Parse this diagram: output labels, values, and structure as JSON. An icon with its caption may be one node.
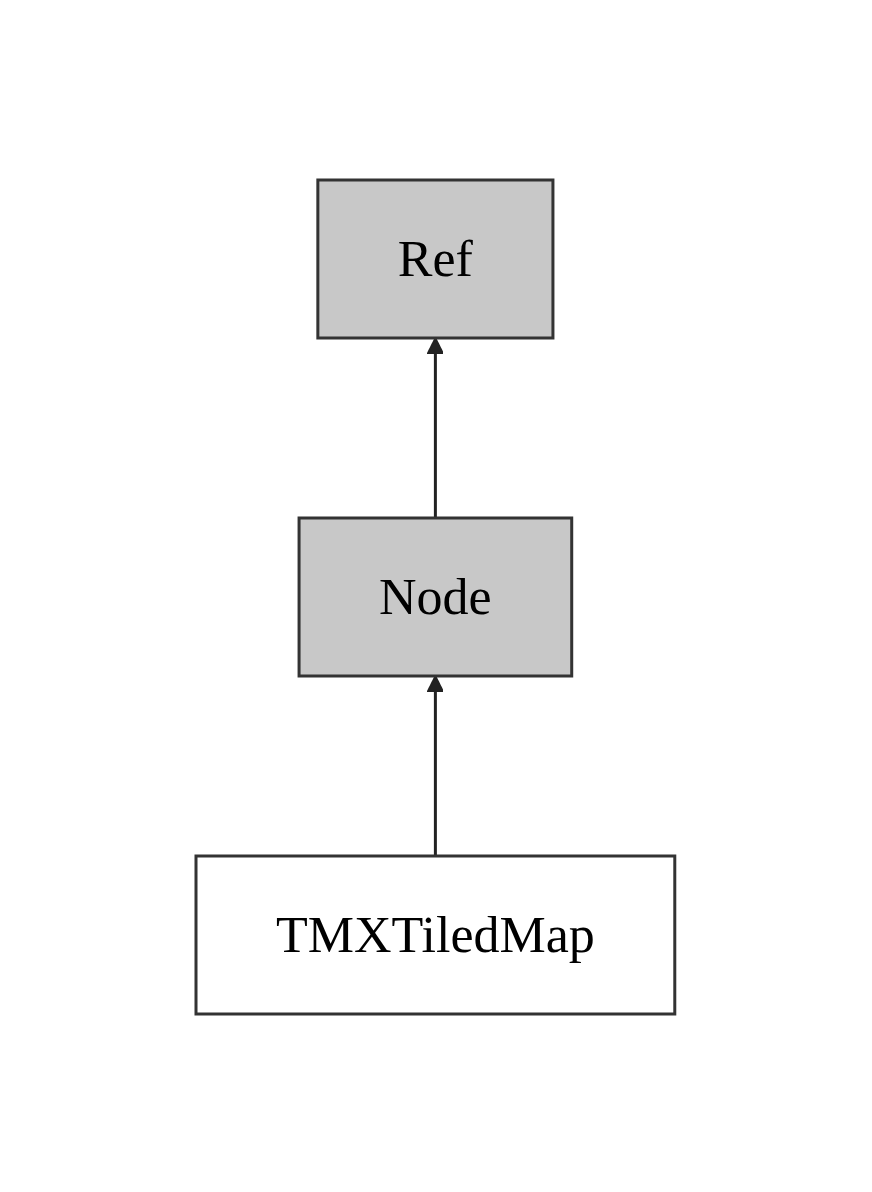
{
  "diagram": {
    "nodes": [
      {
        "text": [
          "Ref"
        ]
      },
      {
        "text": [
          "Node"
        ]
      },
      {
        "text": [
          "TMXTiledMap"
        ]
      }
    ],
    "edges": [
      {
        "from": 1,
        "to": 0,
        "arrow": "to"
      },
      {
        "from": 2,
        "to": 1,
        "arrow": "to"
      }
    ]
  }
}
